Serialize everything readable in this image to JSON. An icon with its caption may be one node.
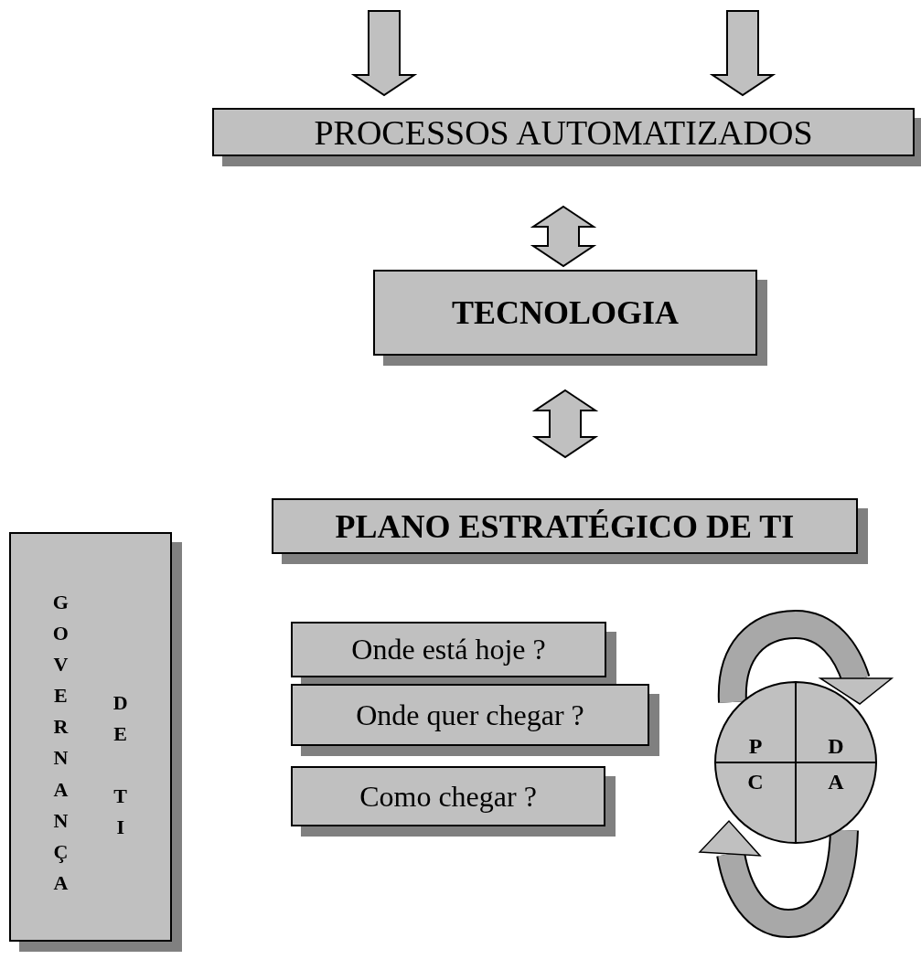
{
  "diagram": {
    "nodes": [
      {
        "text": [
          "PROCESSOS AUTOMATIZADOS"
        ]
      },
      {
        "text": [
          "TECNOLOGIA"
        ]
      },
      {
        "text": [
          "PLANO ESTRATÉGICO DE TI"
        ]
      },
      {
        "text": [
          "Onde está hoje ?"
        ]
      },
      {
        "text": [
          "Onde quer chegar ?"
        ]
      },
      {
        "text": [
          "Como chegar ?"
        ]
      },
      {
        "text": [
          "GOVERNANÇA",
          "DE TI"
        ]
      },
      {
        "text": [],
        "shape": "circle"
      },
      {
        "text": [
          "P"
        ],
        "in": 7
      },
      {
        "text": [
          "D"
        ],
        "in": 7
      },
      {
        "text": [
          "C"
        ],
        "in": 7
      },
      {
        "text": [
          "A"
        ],
        "in": 7
      }
    ],
    "edges": [
      {
        "from": null,
        "to": 0,
        "arrow": "to"
      },
      {
        "from": null,
        "to": 0,
        "arrow": "to"
      },
      {
        "from": 0,
        "to": 1,
        "arrow": "both"
      },
      {
        "from": 1,
        "to": 2,
        "arrow": "both"
      }
    ]
  }
}
